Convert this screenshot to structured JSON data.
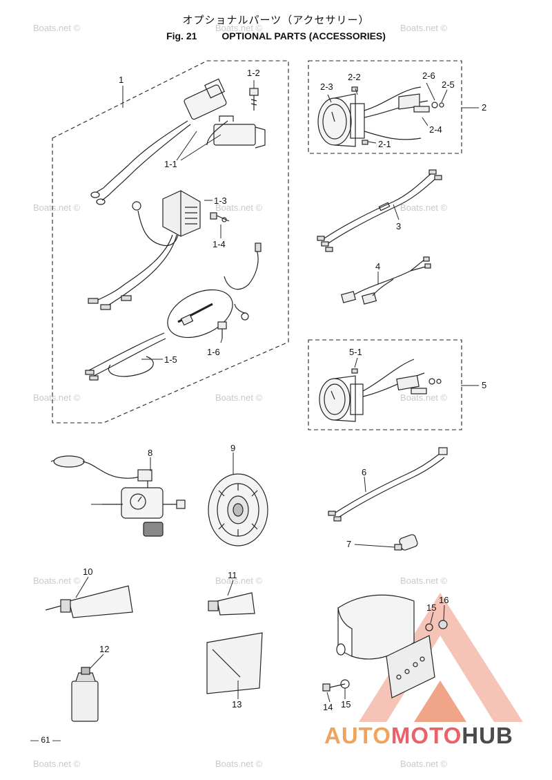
{
  "header": {
    "title_jp": "オプショナルパーツ（アクセサリー）",
    "fig_label": "Fig. 21",
    "title_en": "OPTIONAL PARTS (ACCESSORIES)"
  },
  "callouts": {
    "c1": "1",
    "c1_1": "1-1",
    "c1_2": "1-2",
    "c1_3": "1-3",
    "c1_4": "1-4",
    "c1_5": "1-5",
    "c1_6": "1-6",
    "c2": "2",
    "c2_1": "2-1",
    "c2_2": "2-2",
    "c2_3": "2-3",
    "c2_4": "2-4",
    "c2_5": "2-5",
    "c2_6": "2-6",
    "c3": "3",
    "c4": "4",
    "c5": "5",
    "c5_1": "5-1",
    "c6": "6",
    "c7": "7",
    "c8": "8",
    "c9": "9",
    "c10": "10",
    "c11": "11",
    "c12": "12",
    "c13": "13",
    "c14": "14",
    "c15a": "15",
    "c15b": "15",
    "c16": "16"
  },
  "watermark": "Boats.net ©",
  "page_number": "— 61 —",
  "logo": {
    "part1": "AUTO",
    "part2": "MOTO",
    "part3": "HUB"
  },
  "colors": {
    "logo_orange": "#f0a35a",
    "logo_red": "#e8626a",
    "logo_gray": "#4a4a4a"
  }
}
